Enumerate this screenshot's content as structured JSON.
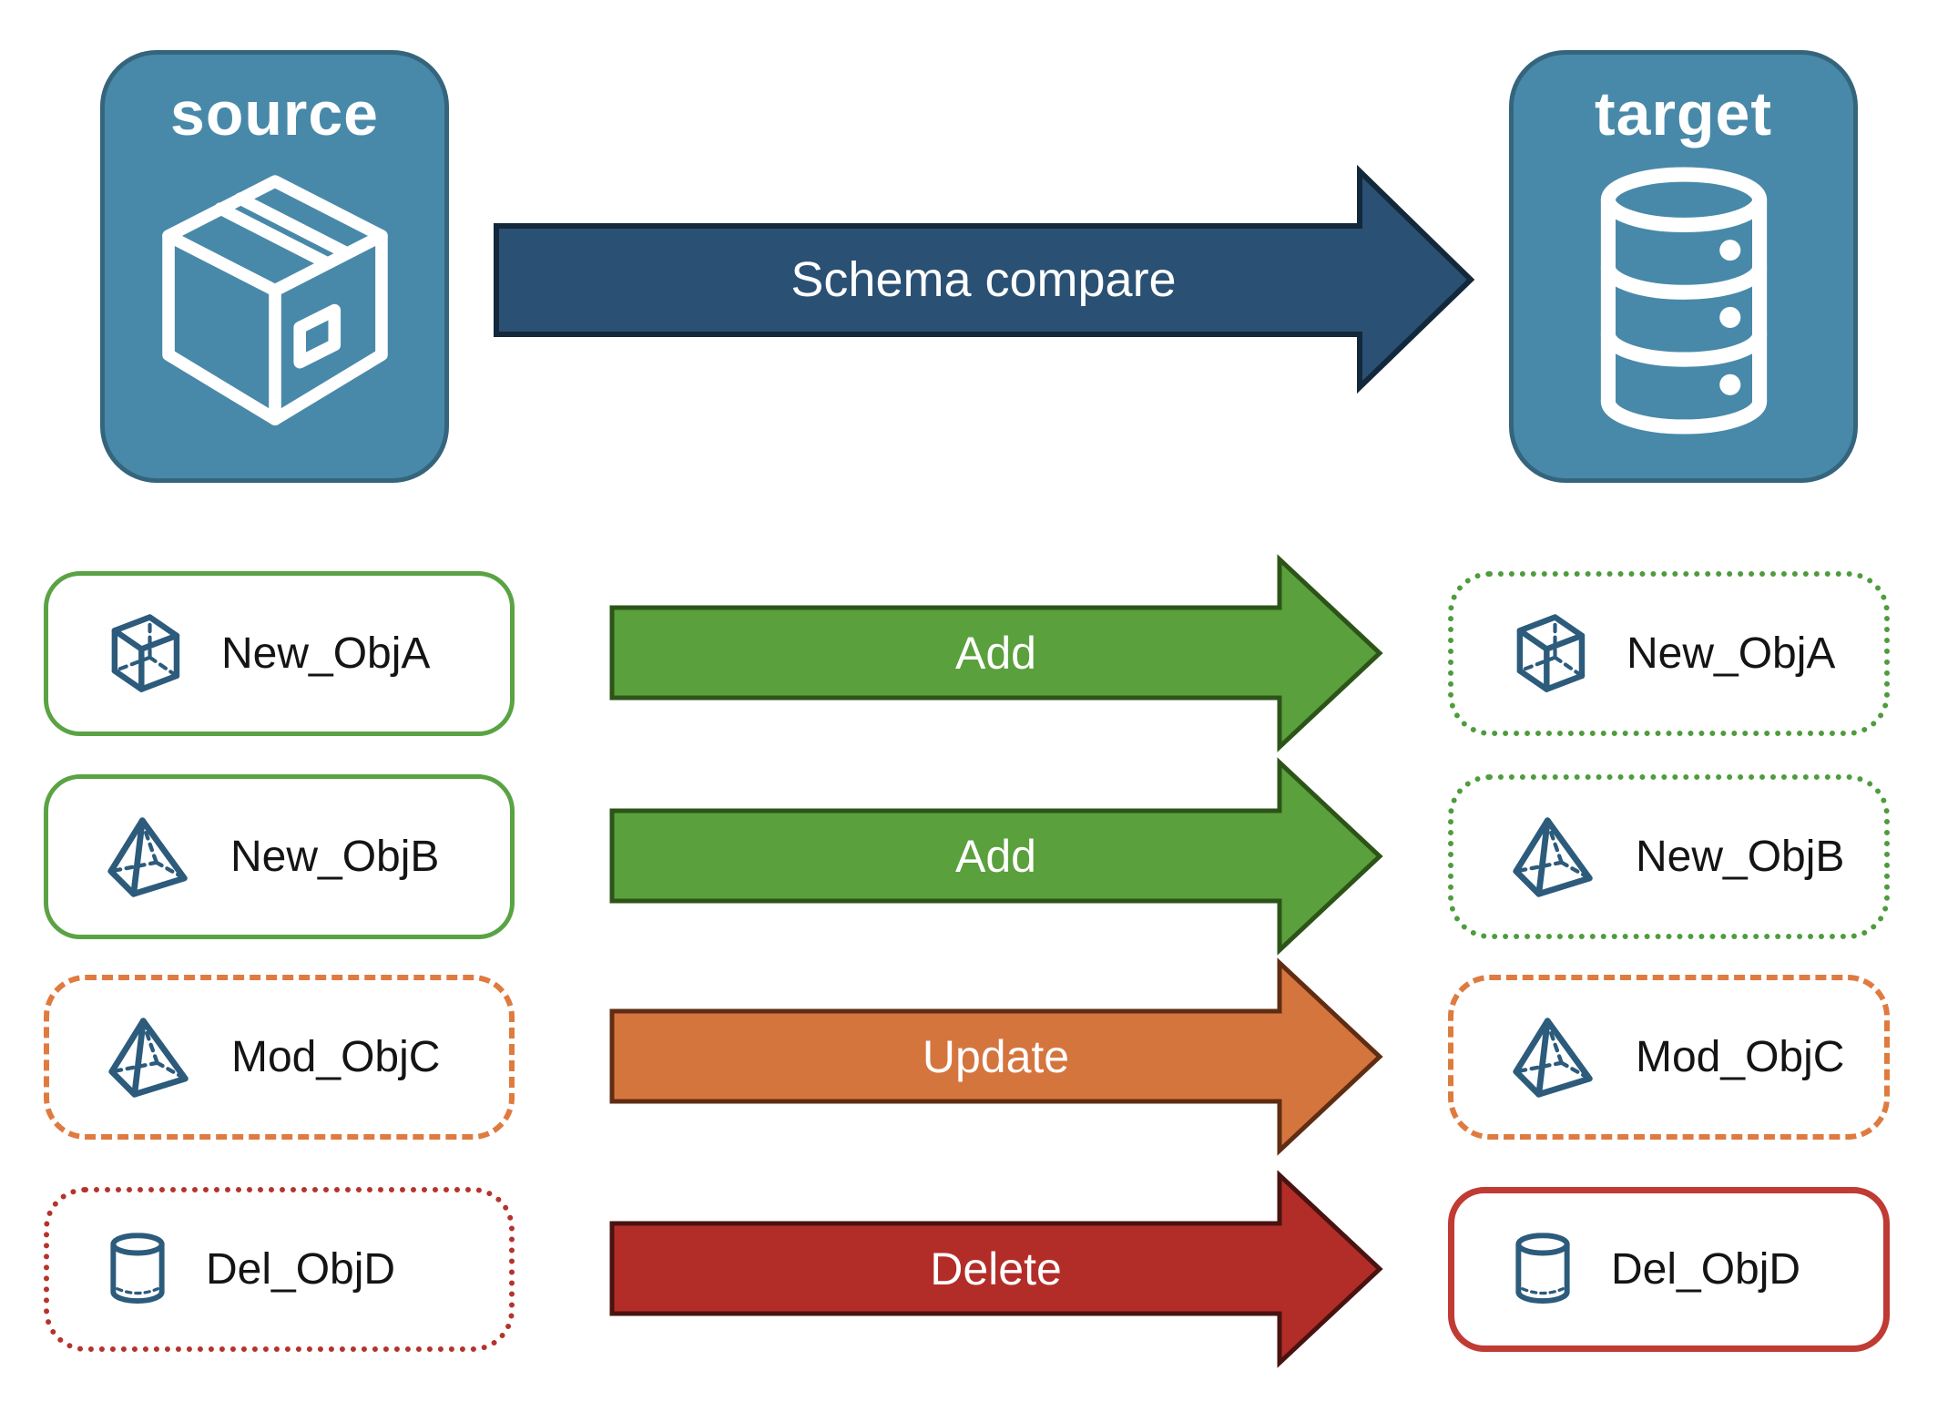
{
  "nodes": {
    "source": {
      "label": "source",
      "icon": "package-icon"
    },
    "target": {
      "label": "target",
      "icon": "database-icon"
    }
  },
  "main_arrow": {
    "label": "Schema compare"
  },
  "rows": [
    {
      "object": "New_ObjA",
      "action": "Add",
      "icon": "cube-icon",
      "source_border": "green-solid",
      "target_border": "green-dotted"
    },
    {
      "object": "New_ObjB",
      "action": "Add",
      "icon": "pyramid-icon",
      "source_border": "green-solid",
      "target_border": "green-dotted"
    },
    {
      "object": "Mod_ObjC",
      "action": "Update",
      "icon": "pyramid-icon",
      "source_border": "orange-dashed",
      "target_border": "orange-dashed"
    },
    {
      "object": "Del_ObjD",
      "action": "Delete",
      "icon": "cylinder-icon",
      "source_border": "red-dotted",
      "target_border": "red-solid"
    }
  ],
  "colors": {
    "node-fill": "#4889A9",
    "node-border": "#35657D",
    "node-label": "#FFFFFF",
    "main-arrow-fill": "#2A5174",
    "main-arrow-border": "#13283A",
    "add-arrow-fill": "#5AA03C",
    "add-arrow-border": "#2D5418",
    "update-arrow-fill": "#D5753E",
    "update-arrow-border": "#5F2D13",
    "delete-arrow-fill": "#B32D28",
    "delete-arrow-border": "#481310",
    "green-solid": "#5AA344",
    "green-dotted": "#4E9C3D",
    "orange-dashed": "#DF7B40",
    "red-dotted": "#B4332C",
    "red-solid": "#BF3B33",
    "icon-stroke": "#2C5B7C",
    "card-label": "#141414",
    "arrow-label": "#FFFFFF"
  }
}
